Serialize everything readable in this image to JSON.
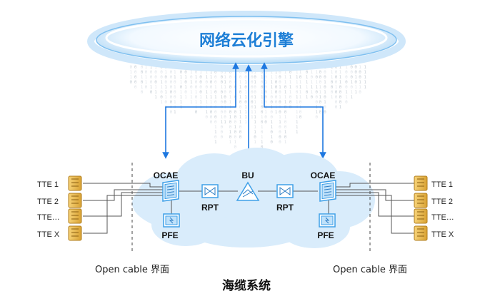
{
  "engine": {
    "title": "网络云化引擎"
  },
  "left_terminals": [
    "TTE 1",
    "TTE 2",
    "TTE…",
    "TTE X"
  ],
  "right_terminals": [
    "TTE 1",
    "TTE 2",
    "TTE…",
    "TTE X"
  ],
  "nodes": {
    "ocae_left": "OCAE",
    "ocae_right": "OCAE",
    "bu": "BU",
    "rpt_left": "RPT",
    "rpt_right": "RPT",
    "pfe_left": "PFE",
    "pfe_right": "PFE"
  },
  "interfaces": {
    "left": "Open cable 界面",
    "right": "Open cable 界面"
  },
  "system": {
    "title": "海缆系统"
  },
  "colors": {
    "accent": "#1e7fd6",
    "link": "#1e78e0",
    "device": "#3fa0e8",
    "terminal": "#e8b84a",
    "cloud": "#d9ecfb"
  }
}
